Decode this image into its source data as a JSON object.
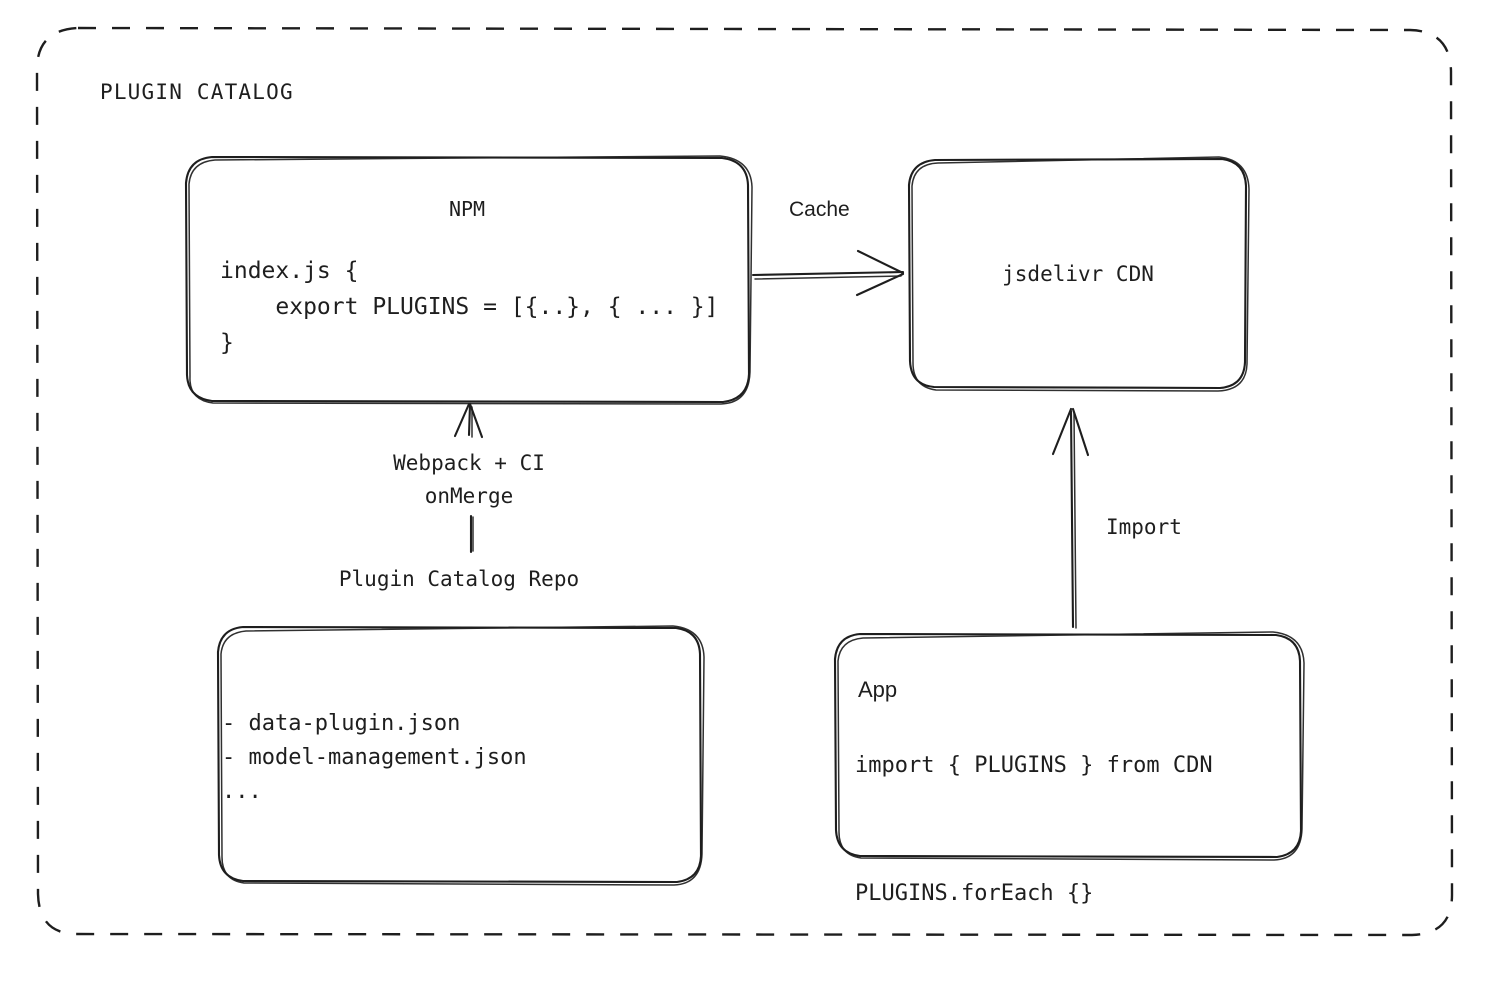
{
  "diagram": {
    "type": "architecture-flow",
    "frame_title": "PLUGIN CATALOG",
    "nodes": {
      "npm": {
        "title": "NPM",
        "code": "index.js {\n    export PLUGINS = [{..}, { ... }]\n}"
      },
      "cdn": {
        "title": "jsdelivr CDN"
      },
      "repo": {
        "title": "Plugin Catalog Repo",
        "files": "- data-plugin.json\n- model-management.json\n..."
      },
      "app": {
        "title": "App",
        "code": "import { PLUGINS } from CDN\n\nPLUGINS.forEach {}"
      }
    },
    "edges": {
      "cache": "Cache",
      "build": "Webpack + CI\nonMerge",
      "import": "Import"
    },
    "colors": {
      "stroke": "#1e1e1e",
      "background": "#ffffff"
    }
  }
}
